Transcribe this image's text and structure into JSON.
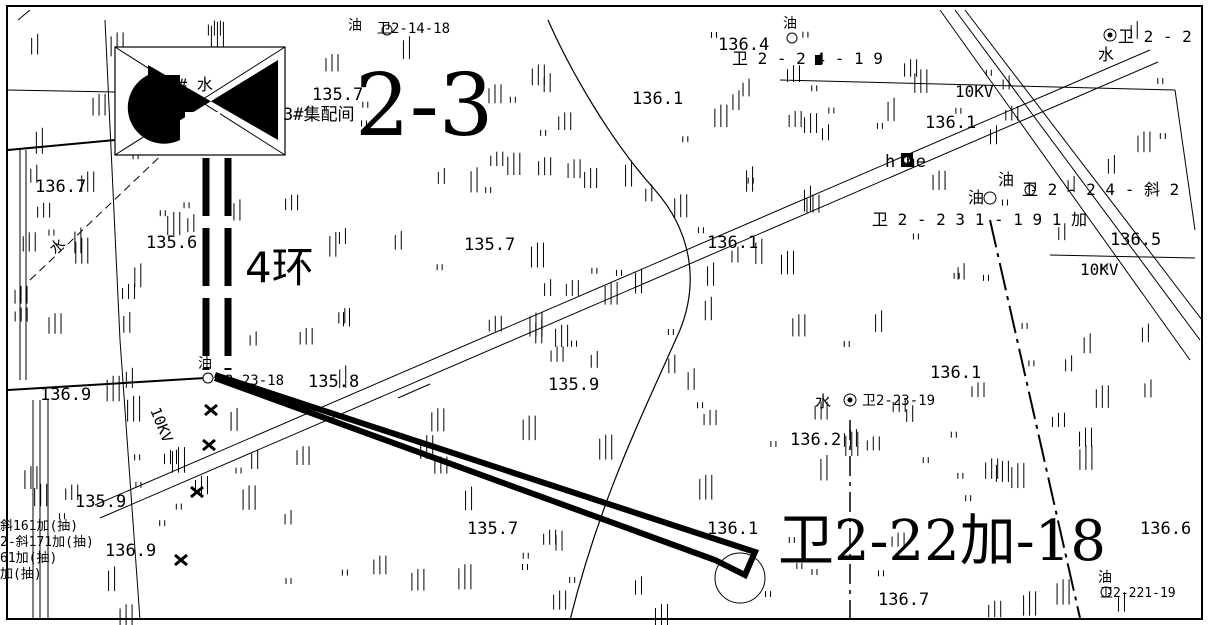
{
  "title": "2-3",
  "ring_label": "4环",
  "wells": {
    "main": "卫2-22加-18",
    "w_2_23_18": "2-23-18",
    "w_2_23_19": "卫2-23-19",
    "w_2_14_18": "卫2-14-18",
    "w_2_24_19": "卫 2 - 2 4 - 1 9",
    "w_2_24_slant": "卫 2 - 2 4 - 斜 2",
    "w_2_231_191": "卫 2 - 2 3 1 - 1 9 1 加",
    "w_2_221_19": "卫2-221-19",
    "w_top_right": "卫 2 - 2",
    "w_left_1": "斜161加(抽)",
    "w_left_2": "2-斜171加(抽)",
    "w_left_3": "61加(抽)",
    "w_left_4": "加(抽)"
  },
  "facilities": {
    "station_1": "1# 水",
    "station_3": "3#集配间",
    "hhe": "h he"
  },
  "well_types": {
    "oil": "油",
    "water": "水"
  },
  "powerlines": {
    "top": "10KV",
    "right": "10KV",
    "left": "10KV"
  },
  "pipe_label": "水",
  "elevations": [
    "135.7",
    "136.1",
    "136.4",
    "136.1",
    "136.7",
    "135.6",
    "135.7",
    "136.1",
    "136.5",
    "136.9",
    "135.8",
    "135.9",
    "136.1",
    "136.2",
    "135.9",
    "136.9",
    "135.7",
    "136.1",
    "136.6",
    "136.7"
  ]
}
